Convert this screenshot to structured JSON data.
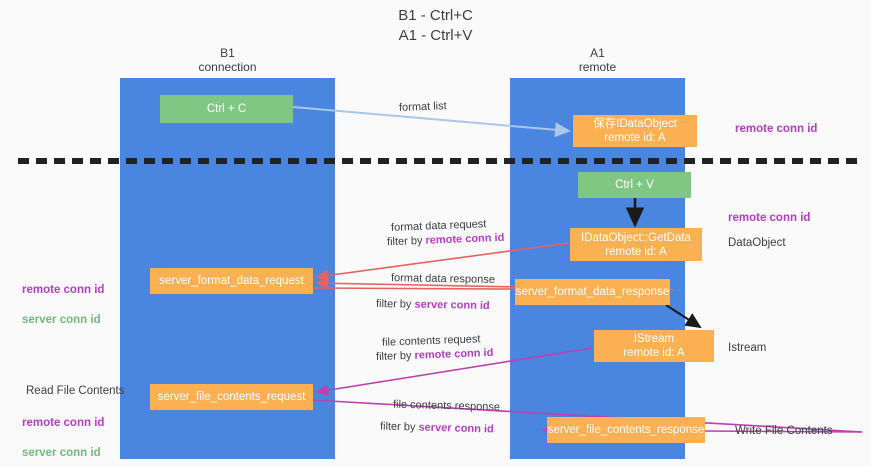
{
  "title": "B1 - Ctrl+C\nA1 - Ctrl+V",
  "columns": {
    "left": "B1\nconnection",
    "right": "A1\nremote"
  },
  "colors": {
    "lane": "#4a86e0",
    "node_green": "#81c784",
    "node_orange": "#fbb152",
    "accent_purple": "#b23fc0",
    "accent_green": "#73b97a",
    "arrow_blue": "#a8c7ea",
    "arrow_red": "#e8615f",
    "arrow_magenta": "#c13fb0",
    "arrow_black": "#1a1a1a",
    "divider": "#222222",
    "background": "#fafafa"
  },
  "nodes": {
    "ctrl_c": "Ctrl + C",
    "idataobject": "保存IDataObject\nremote id: A",
    "ctrl_v": "Ctrl + V",
    "getdata": "IDataObject::GetData\nremote id: A",
    "server_format_data_request": "server_format_data_request",
    "server_format_data_response": "server_format_data_response",
    "istream": "IStream\nremote id: A",
    "server_file_contents_request": "server_file_contents_request",
    "server_file_contents_response": "server_file_contents_response"
  },
  "side_annotations": {
    "remote_conn_id_top": "remote conn id",
    "remote_conn_id_mid": "remote conn id",
    "dataobject": "DataObject",
    "istream": "Istream",
    "write_file_contents": "Write File Contents"
  },
  "left_annotations": {
    "ids_upper_remote": "remote conn id",
    "ids_upper_server": "server conn id",
    "read_file_contents": "Read File Contents",
    "ids_lower_remote": "remote conn id",
    "ids_lower_server": "server conn id"
  },
  "edge_labels": {
    "format_list": "format list",
    "format_data_request": "format data request",
    "format_data_request_filter_prefix": "filter by ",
    "format_data_request_filter_key": "remote conn id",
    "format_data_response": "format data response",
    "format_data_response_filter_prefix": "filter by ",
    "format_data_response_filter_key": "server conn id",
    "file_contents_request": "file contents request",
    "file_contents_request_filter_prefix": "filter by ",
    "file_contents_request_filter_key": "remote conn id",
    "file_contents_response": "file contents response",
    "file_contents_response_filter_prefix": "filter by ",
    "file_contents_response_filter_key": "server conn id"
  }
}
